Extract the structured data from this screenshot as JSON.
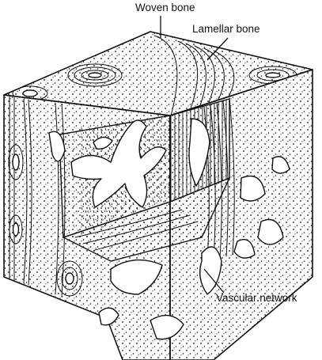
{
  "labels": {
    "woven_bone": "Woven bone",
    "lamellar_bone": "Lamellar bone",
    "vascular_network": "Vascular network"
  }
}
